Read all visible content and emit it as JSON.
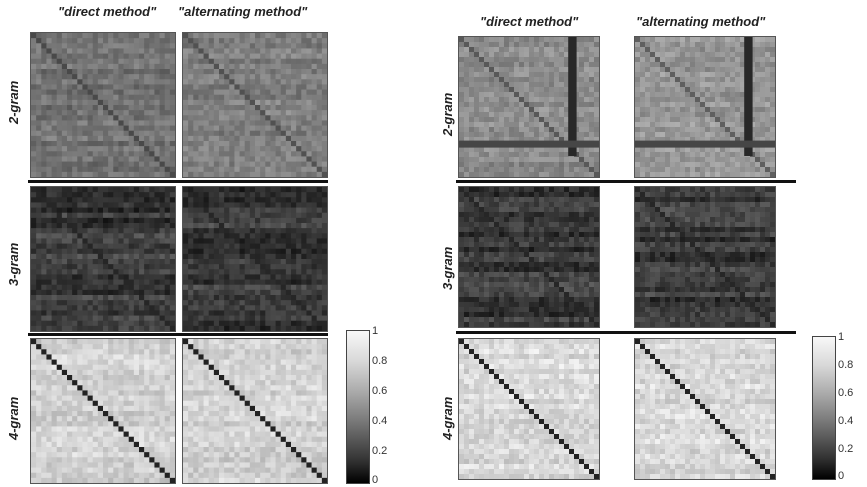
{
  "chart_data": [
    {
      "type": "heatmap",
      "column_titles": [
        "\"direct method\"",
        "\"alternating method\""
      ],
      "row_labels": [
        "2-gram",
        "3-gram",
        "4-gram"
      ],
      "colorbar": {
        "min": 0,
        "max": 1,
        "ticks": [
          "0",
          "0.2",
          "0.4",
          "0.6",
          "0.8",
          "1"
        ]
      },
      "cells": [
        {
          "row": "2-gram",
          "col": "direct method",
          "mean_level": 0.45,
          "pattern": "gray matrix with dark vertical/horizontal bands"
        },
        {
          "row": "2-gram",
          "col": "alternating method",
          "mean_level": 0.5,
          "pattern": "gray matrix with dark diagonal"
        },
        {
          "row": "3-gram",
          "col": "direct method",
          "mean_level": 0.2,
          "pattern": "dark matrix with horizontal striping"
        },
        {
          "row": "3-gram",
          "col": "alternating method",
          "mean_level": 0.2,
          "pattern": "dark matrix with horizontal striping"
        },
        {
          "row": "4-gram",
          "col": "direct method",
          "mean_level": 0.85,
          "pattern": "light matrix with dark diagonal"
        },
        {
          "row": "4-gram",
          "col": "alternating method",
          "mean_level": 0.85,
          "pattern": "light matrix with dark diagonal"
        }
      ]
    },
    {
      "type": "heatmap",
      "column_titles": [
        "\"direct method\"",
        "\"alternating method\""
      ],
      "row_labels": [
        "2-gram",
        "3-gram",
        "4-gram"
      ],
      "colorbar": {
        "min": 0,
        "max": 1,
        "ticks": [
          "0",
          "0.2",
          "0.4",
          "0.6",
          "0.8",
          "1"
        ]
      },
      "cells": [
        {
          "row": "2-gram",
          "col": "direct method",
          "mean_level": 0.55,
          "pattern": "gray matrix with block structure and dark vertical band"
        },
        {
          "row": "2-gram",
          "col": "alternating method",
          "mean_level": 0.6,
          "pattern": "gray matrix with block structure and dark vertical band"
        },
        {
          "row": "3-gram",
          "col": "direct method",
          "mean_level": 0.2,
          "pattern": "dark matrix with horizontal striping"
        },
        {
          "row": "3-gram",
          "col": "alternating method",
          "mean_level": 0.2,
          "pattern": "dark matrix with horizontal striping"
        },
        {
          "row": "4-gram",
          "col": "direct method",
          "mean_level": 0.88,
          "pattern": "light matrix with dark diagonal and blocks"
        },
        {
          "row": "4-gram",
          "col": "alternating method",
          "mean_level": 0.88,
          "pattern": "light matrix with dark diagonal and blocks"
        }
      ]
    }
  ]
}
